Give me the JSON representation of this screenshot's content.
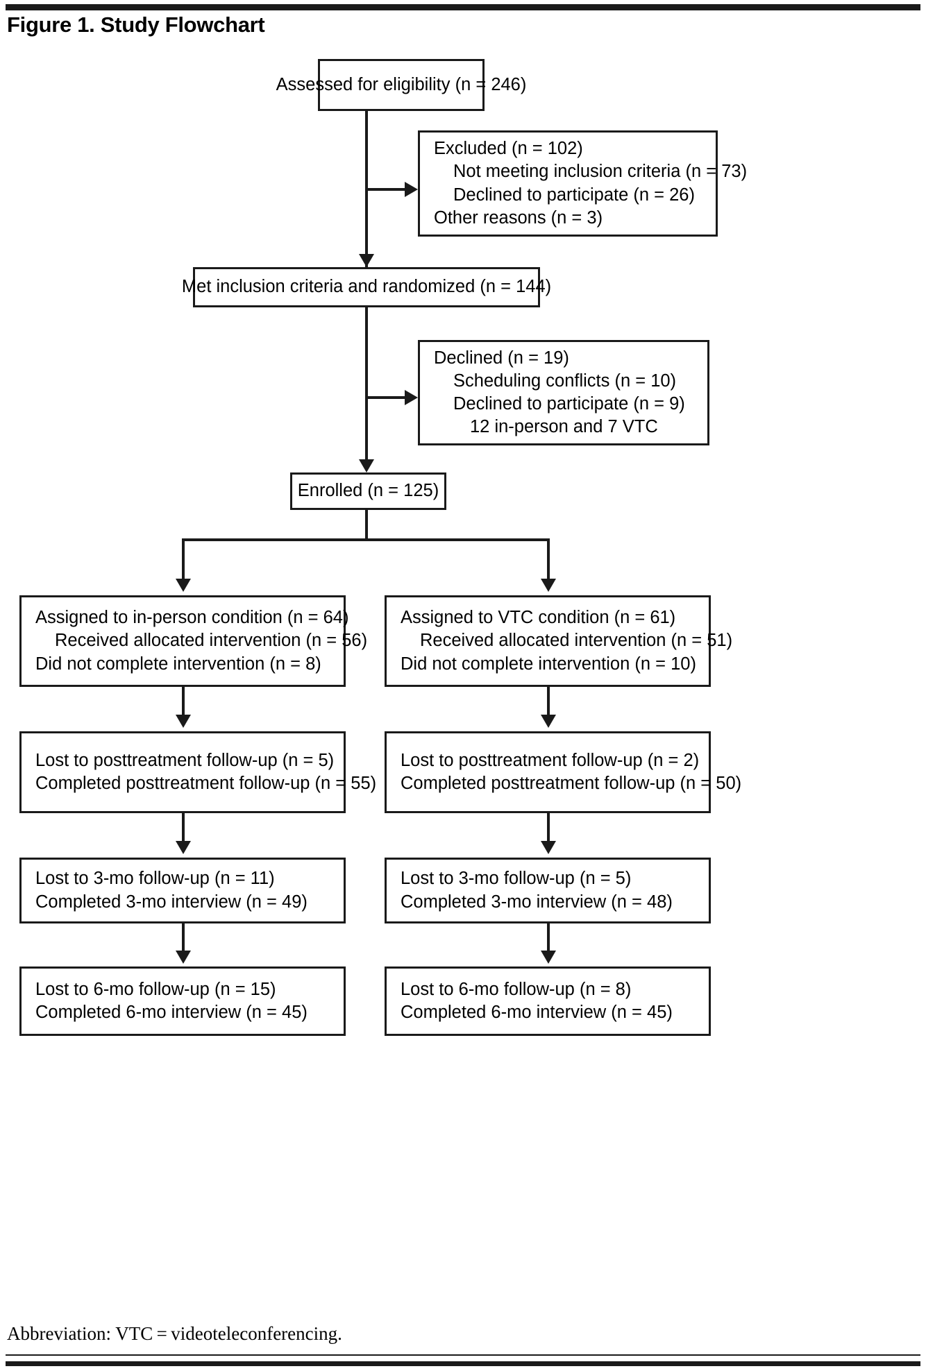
{
  "figure": {
    "title": "Figure 1. Study Flowchart",
    "footnote": "Abbreviation: VTC = videoteleconferencing."
  },
  "chart_data": {
    "type": "diagram",
    "title": "Figure 1. Study Flowchart",
    "diagram_kind": "CONSORT participant flow diagram",
    "nodes": [
      {
        "id": "assessed",
        "label": "Assessed for eligibility (n = 246)",
        "n": 246
      },
      {
        "id": "excluded",
        "label": "Excluded  (n = 102)",
        "n": 102
      },
      {
        "id": "randomized",
        "label": "Met inclusion criteria and randomized (n = 144)",
        "n": 144
      },
      {
        "id": "declined",
        "label": "Declined (n = 19)",
        "n": 19
      },
      {
        "id": "enrolled",
        "label": "Enrolled (n = 125)",
        "n": 125
      },
      {
        "id": "inperson",
        "label": "Assigned to in-person condition (n = 64)",
        "n": 64
      },
      {
        "id": "vtc",
        "label": "Assigned to VTC condition (n =  61)",
        "n": 61
      }
    ]
  },
  "boxes": {
    "assessed": {
      "lines": [
        "Assessed for eligibility (n = 246)"
      ]
    },
    "excluded": {
      "lines": [
        "Excluded  (n = 102)",
        "Not meeting inclusion criteria (n = 73)",
        "Declined to participate (n = 26)",
        "Other reasons (n = 3)"
      ]
    },
    "randomized": {
      "lines": [
        "Met inclusion criteria and randomized (n = 144)"
      ]
    },
    "declined": {
      "lines": [
        "Declined (n = 19)",
        "Scheduling conflicts (n = 10)",
        "Declined to participate (n = 9)",
        "12 in-person and 7 VTC"
      ]
    },
    "enrolled": {
      "lines": [
        "Enrolled (n = 125)"
      ]
    },
    "inperson_assigned": {
      "lines": [
        "Assigned to in-person condition (n = 64)",
        "Received allocated intervention (n = 56)",
        "Did not complete intervention (n = 8)"
      ]
    },
    "vtc_assigned": {
      "lines": [
        "Assigned to VTC condition (n =  61)",
        "Received allocated intervention (n = 51)",
        "Did not complete intervention (n = 10)"
      ]
    },
    "inperson_post": {
      "lines": [
        "Lost to posttreatment follow-up (n = 5)",
        "Completed posttreatment follow-up (n = 55)"
      ]
    },
    "vtc_post": {
      "lines": [
        "Lost to posttreatment follow-up (n = 2)",
        "Completed posttreatment follow-up (n = 50)"
      ]
    },
    "inperson_3mo": {
      "lines": [
        "Lost to 3-mo follow-up (n = 11)",
        "Completed 3-mo interview (n = 49)"
      ]
    },
    "vtc_3mo": {
      "lines": [
        "Lost to 3-mo follow-up (n = 5)",
        "Completed 3-mo interview (n = 48)"
      ]
    },
    "inperson_6mo": {
      "lines": [
        "Lost to 6-mo follow-up (n = 15)",
        "Completed 6-mo interview (n = 45)"
      ]
    },
    "vtc_6mo": {
      "lines": [
        "Lost to 6-mo follow-up (n = 8)",
        "Completed 6-mo interview (n = 45)"
      ]
    }
  },
  "colors": {
    "ink": "#1a1a1a",
    "paper": "#ffffff"
  }
}
